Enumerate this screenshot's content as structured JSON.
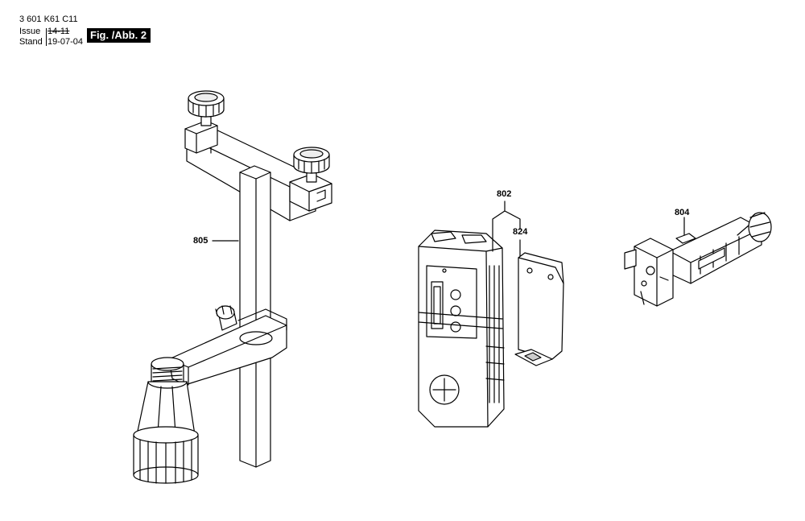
{
  "header": {
    "part_number": "3 601 K61 C11",
    "issue_label": "Issue",
    "issue_value": "14-11",
    "stand_label": "Stand",
    "stand_value": "19-07-04",
    "figure_label": "Fig. /Abb. 2"
  },
  "callouts": {
    "mount_805": "805",
    "receiver_802": "802",
    "cover_824": "824",
    "clamp_804": "804"
  },
  "colors": {
    "line": "#000000",
    "part_fill": "#ffffff",
    "shade": "#d9d9d9",
    "dark_shade": "#9a9a9a"
  }
}
